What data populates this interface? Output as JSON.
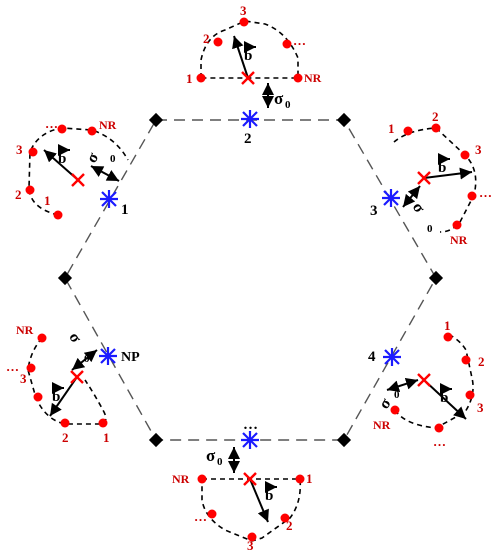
{
  "labels": {
    "b": "b",
    "sigma": "σ",
    "sigma_sub": "0",
    "ellipsis": "…",
    "nr": "NR",
    "np": "NP",
    "one": "1",
    "two": "2",
    "three": "3",
    "four": "4"
  },
  "colors": {
    "dots": "#ff0000",
    "crosses": "#ff0000",
    "stars": "#1a1aff",
    "diamonds": "#000000"
  },
  "icons": {
    "site": "asterisk-icon",
    "vertex": "diamond-icon",
    "origin": "x-cross-icon",
    "point": "dot-icon"
  }
}
